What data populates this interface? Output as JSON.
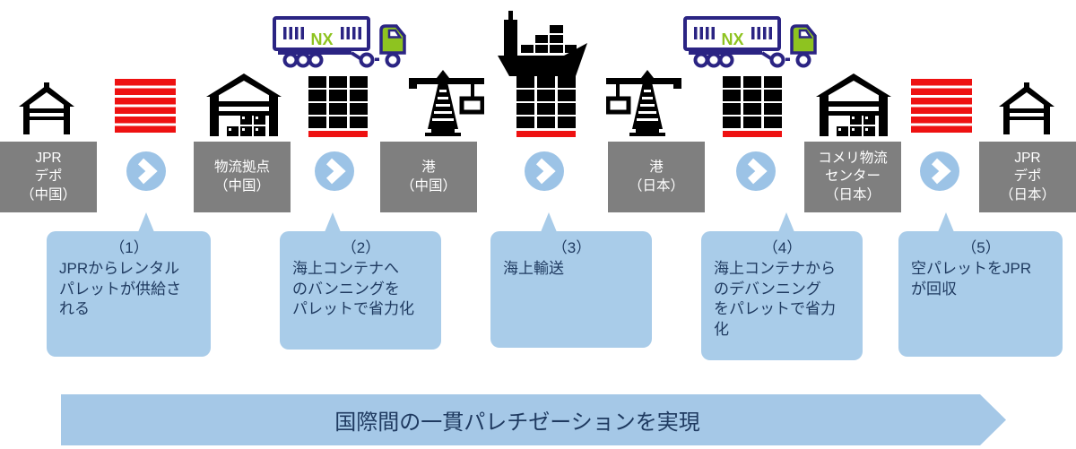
{
  "flow": {
    "stations": [
      {
        "icon": "depot-icon",
        "label_lines": [
          "JPR",
          "デポ",
          "（中国）"
        ]
      },
      {
        "icon": "warehouse-icon",
        "label_lines": [
          "物流拠点",
          "（中国）"
        ]
      },
      {
        "icon": "port-crane-icon",
        "label_lines": [
          "港",
          "（中国）"
        ]
      },
      {
        "icon": "port-crane-icon",
        "label_lines": [
          "港",
          "（日本）"
        ]
      },
      {
        "icon": "warehouse-icon",
        "label_lines": [
          "コメリ物流",
          "センター",
          "（日本）"
        ]
      },
      {
        "icon": "depot-icon",
        "label_lines": [
          "JPR",
          "デポ",
          "（日本）"
        ]
      }
    ],
    "aux_icons": [
      "empty-pallet-stack-icon",
      "loaded-pallet-grid-icon",
      "chevron-right-icon"
    ],
    "vehicles": {
      "truck_logo": "NX",
      "sequence": [
        "nx-truck-icon",
        "cargo-ship-icon",
        "nx-truck-icon"
      ]
    },
    "callouts": [
      {
        "number": "（1）",
        "lines": [
          "JPRからレンタル",
          "パレットが供給さ",
          "れる"
        ]
      },
      {
        "number": "（2）",
        "lines": [
          "海上コンテナへ",
          "のバンニングを",
          "パレットで省力化"
        ]
      },
      {
        "number": "（3）",
        "lines": [
          "海上輸送"
        ]
      },
      {
        "number": "（4）",
        "lines": [
          "海上コンテナから",
          "のデバンニング",
          "をパレットで省力",
          "化"
        ]
      },
      {
        "number": "（5）",
        "lines": [
          "空パレットをJPR",
          "が回収"
        ]
      }
    ],
    "banner": {
      "text": "国際間の一貫パレチゼーションを実現"
    }
  },
  "colors": {
    "station_gray": "#7f7f7f",
    "station_text": "#ffffff",
    "pallet_red": "#ee1111",
    "chevron_blue": "#9cc3e6",
    "callout_bg": "#a9cce9",
    "callout_text": "#1f3a60",
    "banner_bg": "#a5c8e7",
    "banner_text": "#1f3a60",
    "truck_navy": "#2b2483",
    "truck_green": "#8ec320",
    "icon_black": "#000000"
  }
}
